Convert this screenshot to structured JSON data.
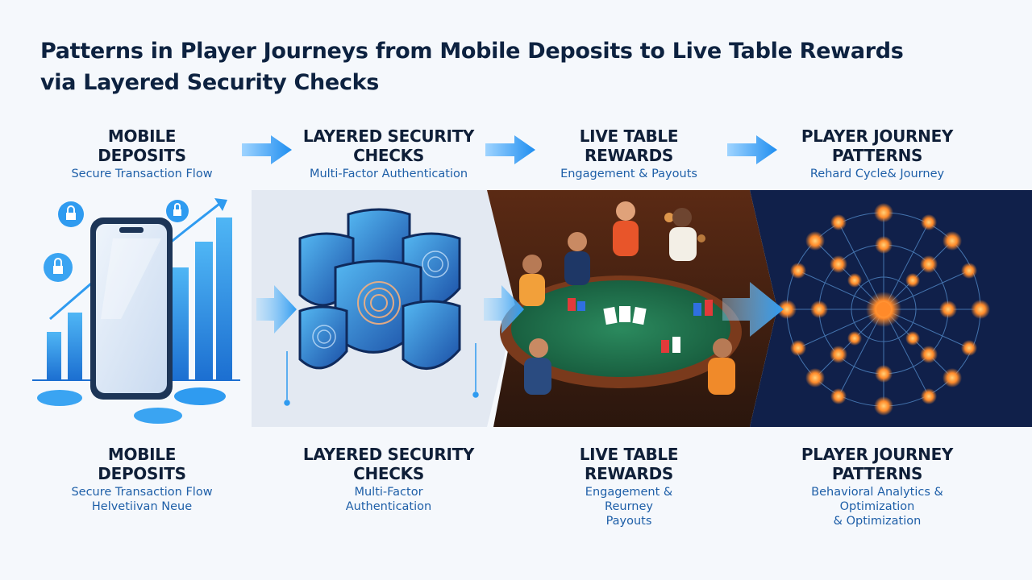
{
  "title": {
    "line1": "Patterns in Player Journeys from Mobile Deposits to Live Table Rewards",
    "line2": "via Layered Security Checks"
  },
  "top_steps": [
    {
      "h1": "MOBILE",
      "h2": "DEPOSITS",
      "sub": "Secure Transaction Flow"
    },
    {
      "h1": "LAYERED SECURITY",
      "h2": "CHECKS",
      "sub": "Multi-Factor Authentication"
    },
    {
      "h1": "LIVE TABLE",
      "h2": "REWARDS",
      "sub": "Engagement & Payouts"
    },
    {
      "h1": "PLAYER JOURNEY",
      "h2": "PATTERNS",
      "sub": "Rehard Cycle& Journey"
    }
  ],
  "bottom_steps": [
    {
      "h1": "MOBILE",
      "h2": "DEPOSITS",
      "sub1": "Secure Transaction Flow",
      "sub2": "Helvetiivan Neue",
      "sub3": ""
    },
    {
      "h1": "LAYERED SECURITY",
      "h2": "CHECKS",
      "sub1": "Multi-Factor",
      "sub2": "Authentication",
      "sub3": ""
    },
    {
      "h1": "LIVE TABLE",
      "h2": "REWARDS",
      "sub1": "Engagement &",
      "sub2": "Reurney",
      "sub3": "Payouts"
    },
    {
      "h1": "PLAYER JOURNEY",
      "h2": "PATTERNS",
      "sub1": "Behavioral Analytics &",
      "sub2": "Optimization",
      "sub3": "& Optimization"
    }
  ],
  "colors": {
    "accent": "#2f9bf0",
    "navy": "#0f2a5c",
    "felt": "#1f6b4a",
    "node": "#ff8a2a"
  }
}
